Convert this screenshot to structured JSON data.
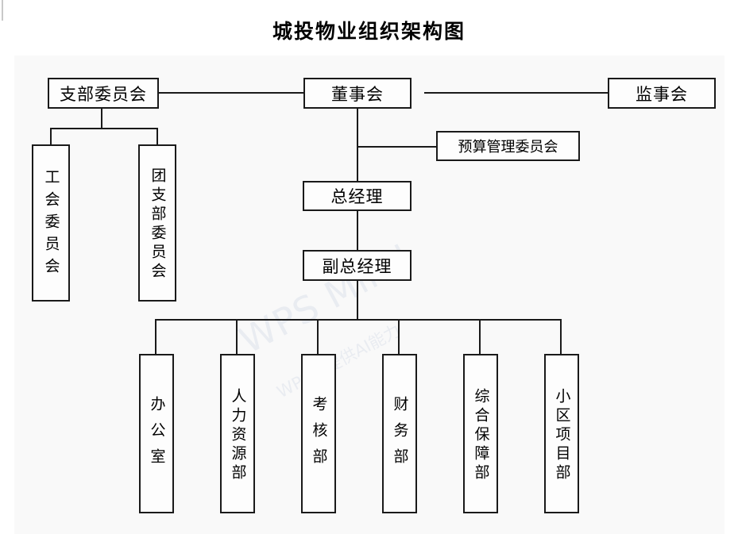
{
  "title": "城投物业组织架构图",
  "chart_data": {
    "type": "diagram",
    "diagram_kind": "organization-chart",
    "title": "城投物业组织架构图",
    "nodes": [
      {
        "id": "party-branch",
        "label": "支部委员会",
        "orientation": "horizontal",
        "level": 0
      },
      {
        "id": "board",
        "label": "董事会",
        "orientation": "horizontal",
        "level": 0
      },
      {
        "id": "supervisors",
        "label": "监事会",
        "orientation": "horizontal",
        "level": 0
      },
      {
        "id": "budget-committee",
        "label": "预算管理委员会",
        "orientation": "horizontal",
        "level": 1
      },
      {
        "id": "union",
        "label": "工会委员会",
        "orientation": "vertical",
        "level": 1
      },
      {
        "id": "youth-league",
        "label": "团支部委员会",
        "orientation": "vertical",
        "level": 1
      },
      {
        "id": "general-manager",
        "label": "总经理",
        "orientation": "horizontal",
        "level": 2
      },
      {
        "id": "deputy-manager",
        "label": "副总经理",
        "orientation": "horizontal",
        "level": 3
      },
      {
        "id": "office",
        "label": "办公室",
        "orientation": "vertical",
        "level": 4
      },
      {
        "id": "hr",
        "label": "人力资源部",
        "orientation": "vertical",
        "level": 4
      },
      {
        "id": "assessment",
        "label": "考核部",
        "orientation": "vertical",
        "level": 4
      },
      {
        "id": "finance",
        "label": "财务部",
        "orientation": "vertical",
        "level": 4
      },
      {
        "id": "support",
        "label": "综合保障部",
        "orientation": "vertical",
        "level": 4
      },
      {
        "id": "community-project",
        "label": "小区项目部",
        "orientation": "vertical",
        "level": 4
      }
    ],
    "edges": [
      {
        "from": "party-branch",
        "to": "board"
      },
      {
        "from": "board",
        "to": "supervisors"
      },
      {
        "from": "board",
        "to": "budget-committee"
      },
      {
        "from": "board",
        "to": "general-manager"
      },
      {
        "from": "party-branch",
        "to": "union"
      },
      {
        "from": "party-branch",
        "to": "youth-league"
      },
      {
        "from": "general-manager",
        "to": "deputy-manager"
      },
      {
        "from": "deputy-manager",
        "to": "office"
      },
      {
        "from": "deputy-manager",
        "to": "hr"
      },
      {
        "from": "deputy-manager",
        "to": "assessment"
      },
      {
        "from": "deputy-manager",
        "to": "finance"
      },
      {
        "from": "deputy-manager",
        "to": "support"
      },
      {
        "from": "deputy-manager",
        "to": "community-project"
      }
    ],
    "colors": {
      "line": "#1a1a1a",
      "box_border": "#1a1a1a",
      "box_fill": "#fdfdfd",
      "panel_background": "#f9f9f9",
      "page_background": "#ffffff",
      "text": "#000000",
      "watermark": "#c7cfe0"
    }
  },
  "watermark": {
    "main": "WPS Mind",
    "sub": "WPS仅提供AI能力"
  }
}
